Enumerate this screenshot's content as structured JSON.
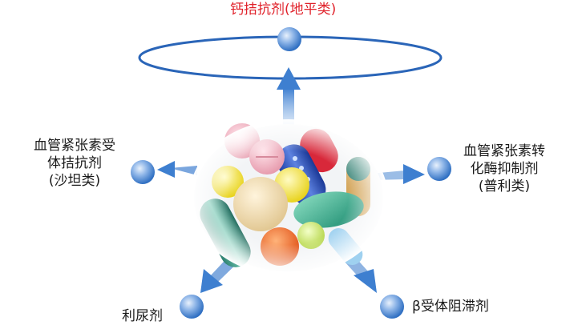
{
  "top_label": "钙拮抗剂(地平类)",
  "left_label": {
    "line1": "血管紧张素受",
    "line2": "体拮抗剂",
    "line3": "(沙坦类)"
  },
  "right_label": {
    "line1": "血管紧张素转",
    "line2": "化酶抑制剂",
    "line3": "(普利类)"
  },
  "bottom_left_label": "利尿剂",
  "bottom_right_label": "β受体阻滞剂",
  "colors": {
    "top_label": "#e0212a",
    "node": "#3a7fd0",
    "ring": "#2a65b8",
    "arrow": "#4c8ad3"
  }
}
